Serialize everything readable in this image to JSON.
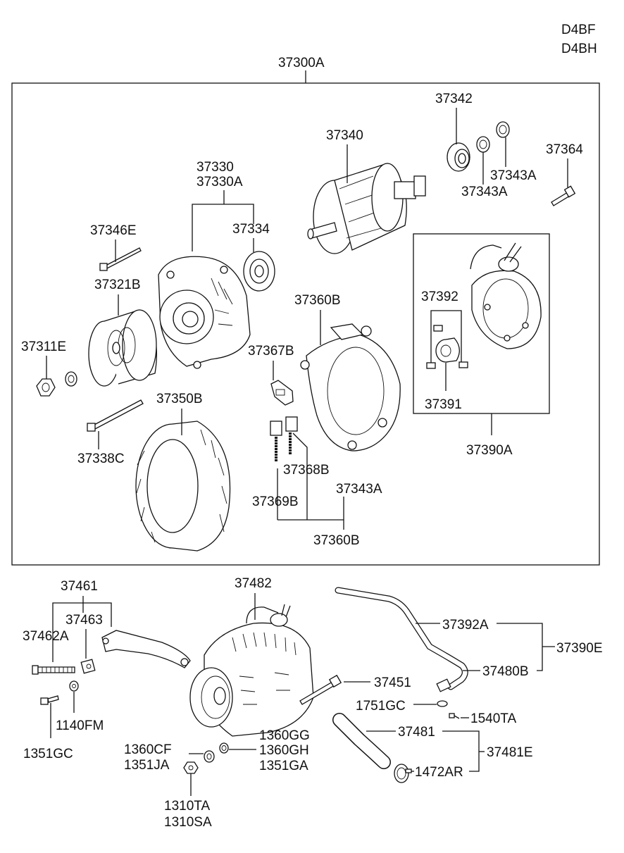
{
  "engine_codes": [
    "D4BF",
    "D4BH"
  ],
  "assembly": {
    "main": "37300A",
    "rotor": "37340",
    "bearing_rear": "37342",
    "bearing_cover_1": "37343A",
    "bearing_cover_2": "37343A",
    "screw": "37364",
    "front_bracket": "37330",
    "front_bracket_alt": "37330A",
    "bearing_front": "37334",
    "bolt_long": "37346E",
    "pulley": "37321B",
    "nut": "37311E",
    "through_bolt": "37338C",
    "stator": "37350B",
    "rear_bracket": "37360B",
    "brush_holder": "37367B",
    "brush": "37368B",
    "spring": "37369B",
    "brush_cover": "37343A",
    "rear_bracket_assy": "37360B",
    "vacuum_pump": "37390A",
    "pump_vane": "37392",
    "pump_rotor": "37391"
  },
  "lower": {
    "bracket": "37461",
    "bracket_bolt": "37462A",
    "bracket_clip": "37463",
    "alternator": "37482",
    "bolt_1": "1140FM",
    "bolt_2": "1351GC",
    "washer_1a": "1360CF",
    "washer_1b": "1351JA",
    "washer_2a": "1360GG",
    "washer_2b": "1360GH",
    "washer_2c": "1351GA",
    "nut_a": "1310TA",
    "nut_b": "1310SA",
    "pivot_bolt": "37451",
    "vac_pipe": "37392A",
    "vac_hose_assy": "37390E",
    "vac_hose": "37480B",
    "gasket": "1751GC",
    "bolt_3": "1540TA",
    "oil_hose": "37481",
    "oil_hose_assy": "37481E",
    "clamp": "1472AR"
  }
}
